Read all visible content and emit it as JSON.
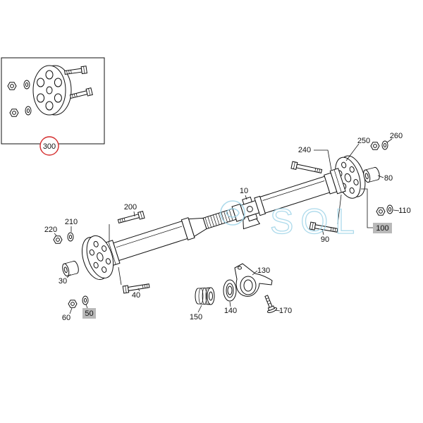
{
  "inset": {
    "callout": "300"
  },
  "callouts": {
    "c10": "10",
    "c30": "30",
    "c40": "40",
    "c50": "50",
    "c60": "60",
    "c80": "80",
    "c90": "90",
    "c100": "100",
    "c110": "110",
    "c130": "130",
    "c140": "140",
    "c150": "150",
    "c170": "170",
    "c200": "200",
    "c210": "210",
    "c220": "220",
    "c240": "240",
    "c250": "250",
    "c260": "260"
  },
  "watermark": {
    "text": "SOL"
  },
  "colors": {
    "highlight_circle": "#d42a2a",
    "highlight_box": "#b9b9b9",
    "watermark": "#9fd4e8",
    "line": "#111111"
  }
}
